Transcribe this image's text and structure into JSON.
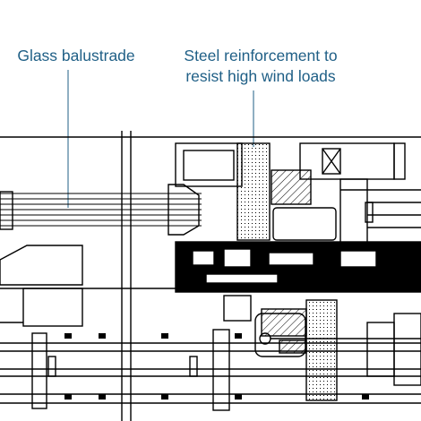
{
  "annotations": {
    "glass_balustrade": "Glass balustrade",
    "steel_line1": "Steel reinforcement to",
    "steel_line2": "resist high wind loads"
  },
  "colors": {
    "label_text": "#1f5f86",
    "leader_line": "#1f5f86",
    "drawing_ink": "#000000",
    "background": "#ffffff"
  }
}
